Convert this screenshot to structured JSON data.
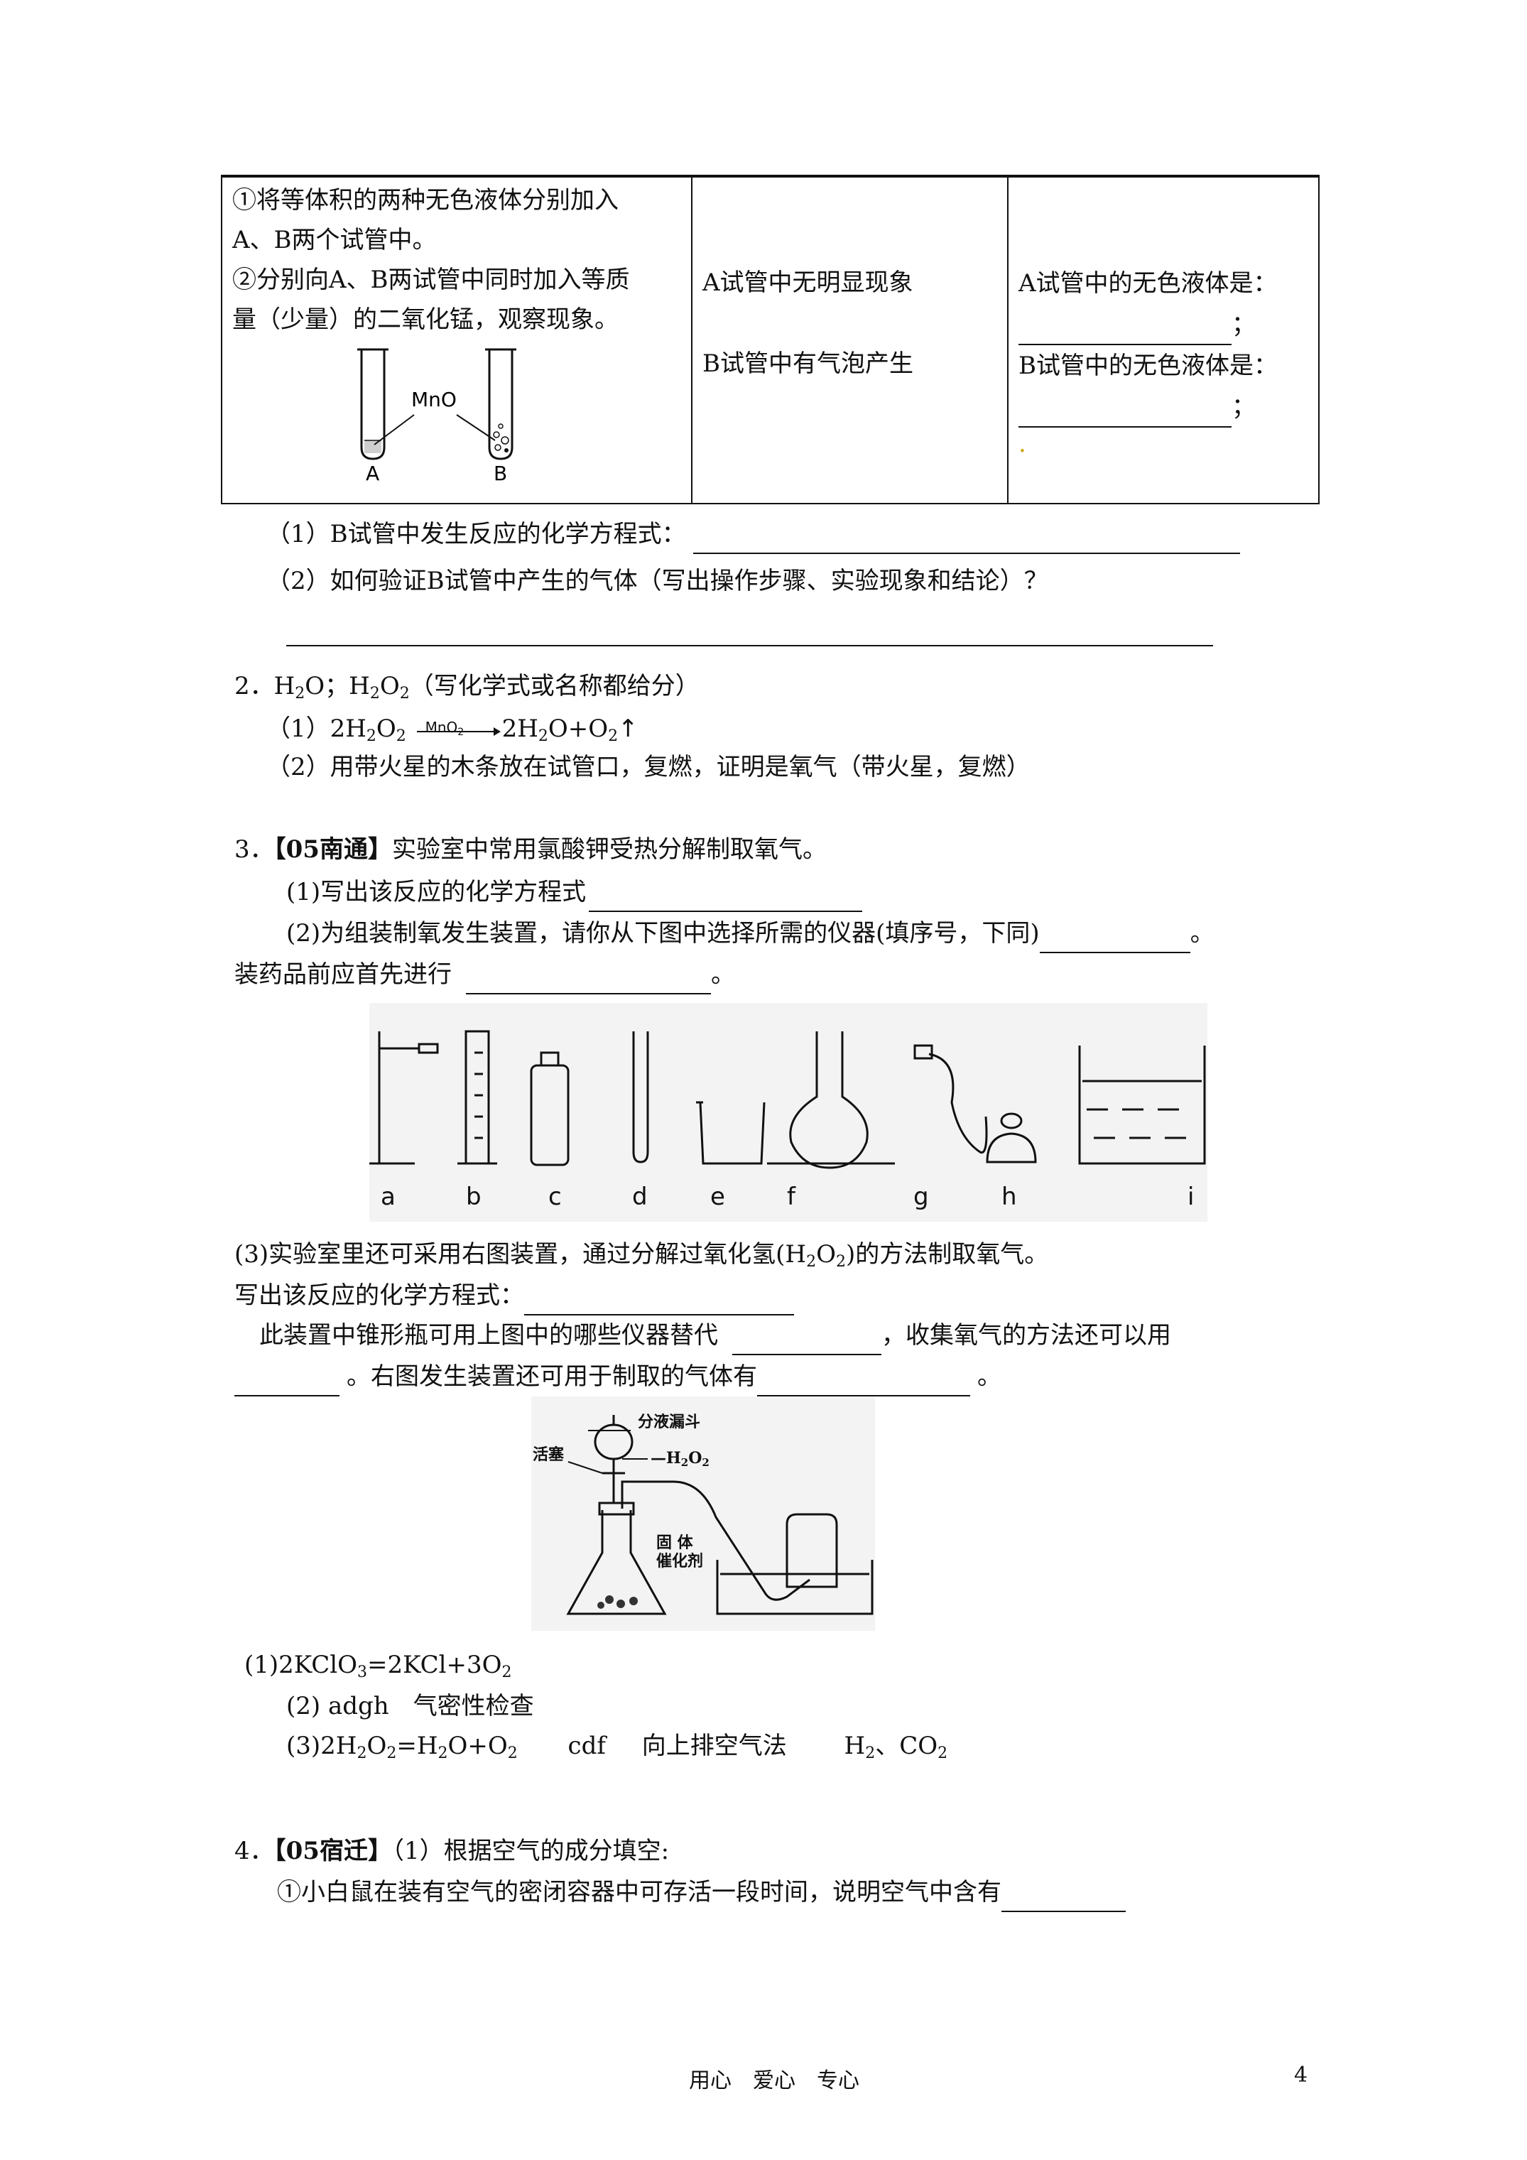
{
  "table": {
    "col1": {
      "line1": "①将等体积的两种无色液体分别加入",
      "line2": "A、B两个试管中。",
      "line3": "②分别向A、B两试管中同时加入等质",
      "line4": "量（少量）的二氧化锰，观察现象。",
      "figure_label_mno": "MnO",
      "figure_label_a": "A",
      "figure_label_b": "B"
    },
    "col2": {
      "line1": "A试管中无明显现象",
      "line2": "B试管中有气泡产生"
    },
    "col3": {
      "line1": "A试管中的无色液体是：",
      "line2_end": "；",
      "line3": "B试管中的无色液体是：",
      "line4_end": "；",
      "dot": "."
    }
  },
  "q2": {
    "sub1": "（1）B试管中发生反应的化学方程式：",
    "sub2": "（2）如何验证B试管中产生的气体（写出操作步骤、实验现象和结论）？"
  },
  "ans2": {
    "line1_prefix": "2．H",
    "line1_a": "O；H",
    "line1_b": "O",
    "line1_suffix": "（写化学式或名称都给分）",
    "eq_prefix": "（1）2H",
    "eq_mid": "O",
    "eq_catalyst": "MnO",
    "eq_product": "2H",
    "eq_product2": "O+O",
    "eq_arrow": "↑",
    "line3": "（2）用带火星的木条放在试管口，复燃，证明是氧气（带火星，复燃）"
  },
  "q3": {
    "number": "3．",
    "source": "【05南通】",
    "stem": "实验室中常用氯酸钾受热分解制取氧气。",
    "sub1": "(1)写出该反应的化学方程式",
    "sub2": "(2)为组装制氧发生装置，请你从下图中选择所需的仪器(填序号，下同)",
    "sub2_end": "。",
    "sub2_cont": "装药品前应首先进行",
    "sub2_cont_end": "。",
    "apparatus_labels": [
      "a",
      "b",
      "c",
      "d",
      "e",
      "f",
      "g",
      "h",
      "i"
    ],
    "sub3": "(3)实验室里还可采用右图装置，通过分解过氧化氢(H",
    "sub3_b": "O",
    "sub3_end": ")的方法制取氧气。",
    "sub3_eq": "写出该反应的化学方程式：",
    "sub3_q1": "此装置中锥形瓶可用上图中的哪些仪器替代",
    "sub3_q1_end": "，收集氧气的方法还可以用",
    "sub3_q2_end": "。右图发生装置还可用于制取的气体有",
    "sub3_q2_final": "。",
    "fig2_labels": {
      "funnel": "分液漏斗",
      "valve": "活塞",
      "h2o2": "H",
      "h2o2_b": "O",
      "catalyst1": "固  体",
      "catalyst2": "催化剂"
    }
  },
  "ans3": {
    "line1_a": "(1)2KClO",
    "line1_b": "=2KCl+3O",
    "line2_prefix": "(2)",
    "line2_val": "adgh",
    "line2_text": "气密性检查",
    "line3_a": "(3)2H",
    "line3_b": "O",
    "line3_c": "=H",
    "line3_d": "O+O",
    "line3_e": "cdf",
    "line3_f": "向上排空气法",
    "line3_g": "H",
    "line3_h": "、CO"
  },
  "q4": {
    "number": "4．",
    "source": "【05宿迁】",
    "stem": "（1）根据空气的成分填空:",
    "sub1": "①小白鼠在装有空气的密闭容器中可存活一段时间，说明空气中含有"
  },
  "footer": {
    "center": "用心　爱心　专心",
    "page": "4"
  }
}
